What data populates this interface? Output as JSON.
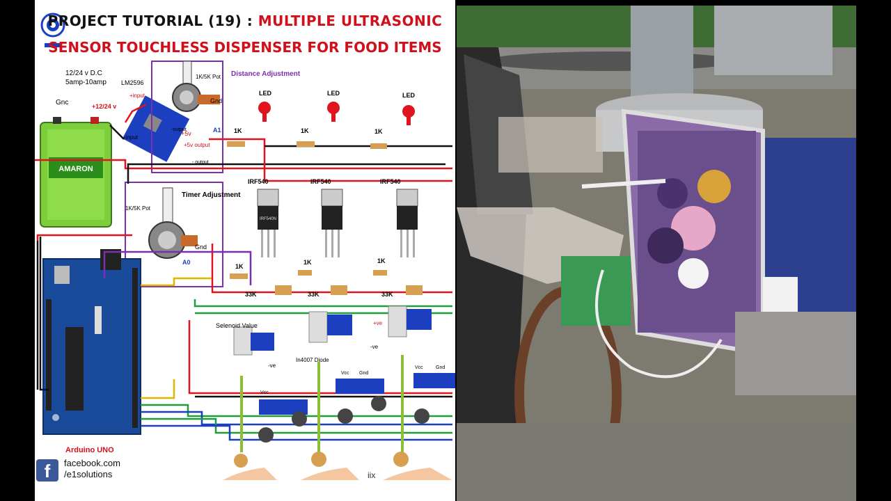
{
  "title": {
    "line1_prefix": "PROJECT TUTORIAL (19) : ",
    "line1_highlight": "MULTIPLE ULTRASONIC",
    "line2": "SENSOR TOUCHLESS DISPENSER FOR FOOD ITEMS"
  },
  "labels": {
    "power_spec_1": "12/24 v D.C",
    "power_spec_2": "5amp-10amp",
    "gnd_top": "Gnc",
    "lm2596": "LM2596",
    "plus_input": "+input",
    "plus_12_24": "+12/24 v",
    "minus_input": "-input",
    "output": "-output",
    "plus_5v": "+5v",
    "plus_5v_output": "+5v output",
    "minus_output": "- output",
    "pot1": "1K/5K Pot",
    "gnd_pot1": "Gnd",
    "a1": "A1",
    "distance_adjustment": "Distance Adjustment",
    "timer_adjustment": "Timer Adjustment",
    "pot2": "1K/5K Pot",
    "gnd_pot2": "Gnd",
    "a0": "A0",
    "led": "LED",
    "r1k": "1K",
    "irf540": "IRF540",
    "r33k": "33K",
    "solenoid_value": "Selenoid Value",
    "plus_ve": "+ve",
    "minus_ve": "-ve",
    "diode": "In4007\nDiode",
    "vcc": "Vcc",
    "gnd": "Gnd",
    "ardu_label": "Arduino UNO",
    "battery_brand": "AMARON",
    "mosfet_chip": "IRF540N"
  },
  "footer": {
    "facebook_icon_letter": "f",
    "facebook_line1": "facebook.com",
    "facebook_line2": "/e1solutions",
    "partial": "iix"
  },
  "colors": {
    "red_wire": "#e0141e",
    "black_wire": "#111111",
    "green_wire": "#1f9e3a",
    "blue_wire": "#1b3fbf",
    "purple_wire": "#7b2fb0",
    "yellow_wire": "#e2b400",
    "title_red": "#d0101a"
  }
}
